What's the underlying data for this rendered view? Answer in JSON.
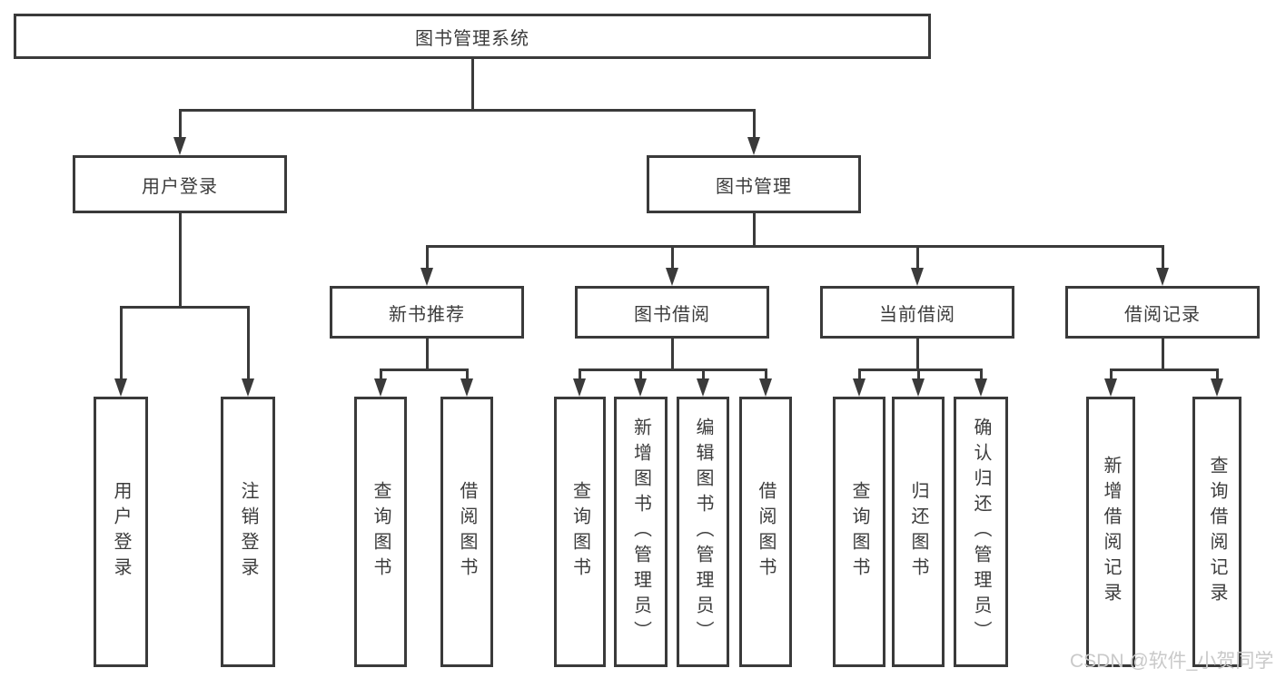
{
  "diagram_type": "hierarchy-tree",
  "colors": {
    "line": "#3a3a3a",
    "border": "#3a3a3a",
    "text": "#3c3c3c",
    "background": "#ffffff",
    "watermark_text_color": "#c9c9c9"
  },
  "tree": {
    "label": "图书管理系统",
    "children": [
      {
        "label": "用户登录",
        "children": [
          {
            "label": "用户登录"
          },
          {
            "label": "注销登录"
          }
        ]
      },
      {
        "label": "图书管理",
        "children": [
          {
            "label": "新书推荐",
            "children": [
              {
                "label": "查询图书"
              },
              {
                "label": "借阅图书"
              }
            ]
          },
          {
            "label": "图书借阅",
            "children": [
              {
                "label": "查询图书"
              },
              {
                "label": "新增图书（管理员）"
              },
              {
                "label": "编辑图书（管理员）"
              },
              {
                "label": "借阅图书"
              }
            ]
          },
          {
            "label": "当前借阅",
            "children": [
              {
                "label": "查询图书"
              },
              {
                "label": "归还图书"
              },
              {
                "label": "确认归还（管理员）"
              }
            ]
          },
          {
            "label": "借阅记录",
            "children": [
              {
                "label": "新增借阅记录"
              },
              {
                "label": "查询借阅记录"
              }
            ]
          }
        ]
      }
    ]
  },
  "watermark": {
    "text": "CSDN @软件_小贺同学"
  }
}
